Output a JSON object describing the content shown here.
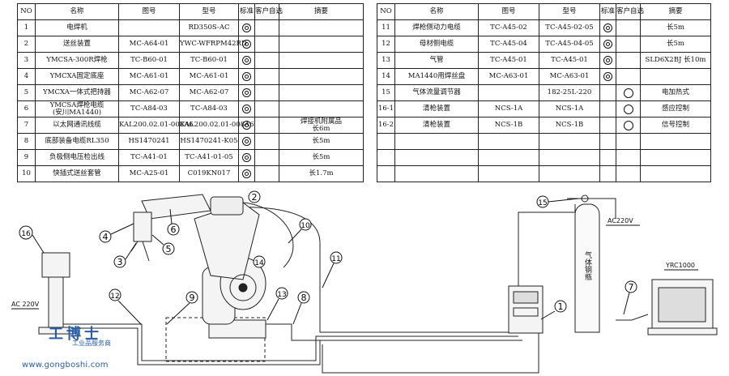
{
  "left_table": {
    "headers": [
      "NO",
      "名称",
      "图号",
      "型号",
      "标准",
      "客户自选",
      "摘要"
    ],
    "rows": [
      {
        "no": "1",
        "name": "电焊机",
        "drawing": "",
        "model": "RD350S-AC",
        "std": true,
        "opt": false,
        "note": ""
      },
      {
        "no": "2",
        "name": "送丝装置",
        "drawing": "MC-A64-01",
        "model": "YWC-WFRPM42RD",
        "std": true,
        "opt": false,
        "note": ""
      },
      {
        "no": "3",
        "name": "YMCSA-300R焊枪",
        "drawing": "TC-B60-01",
        "model": "TC-B60-01",
        "std": true,
        "opt": false,
        "note": ""
      },
      {
        "no": "4",
        "name": "YMCXA固定底座",
        "drawing": "MC-A61-01",
        "model": "MC-A61-01",
        "std": true,
        "opt": false,
        "note": ""
      },
      {
        "no": "5",
        "name": "YMCXA一体式把持器",
        "drawing": "MC-A62-07",
        "model": "MC-A62-07",
        "std": true,
        "opt": false,
        "note": ""
      },
      {
        "no": "6",
        "name": "YMCSA焊枪电缆\n(安川MA1440)",
        "drawing": "TC-A84-03",
        "model": "TC-A84-03",
        "std": true,
        "opt": false,
        "note": ""
      },
      {
        "no": "7",
        "name": "以太网通讯线缆",
        "drawing": "KAL200.02.01-008A6",
        "model": "KAL200.02.01-008A6",
        "std": true,
        "opt": false,
        "note": "焊接机附属品\n长6m"
      },
      {
        "no": "8",
        "name": "底部装备电缆RL350",
        "drawing": "HS1470241",
        "model": "HS1470241-K05",
        "std": true,
        "opt": false,
        "note": "长5m"
      },
      {
        "no": "9",
        "name": "负极侧电压检出线",
        "drawing": "TC-A41-01",
        "model": "TC-A41-01-05",
        "std": true,
        "opt": false,
        "note": "长5m"
      },
      {
        "no": "10",
        "name": "快插式送丝套管",
        "drawing": "MC-A25-01",
        "model": "C019KN017",
        "std": true,
        "opt": false,
        "note": "长1.7m"
      }
    ]
  },
  "right_table": {
    "headers": [
      "NO",
      "名称",
      "图号",
      "型号",
      "标准",
      "客户自选",
      "摘要"
    ],
    "rows": [
      {
        "no": "11",
        "name": "焊枪侧动力电缆",
        "drawing": "TC-A45-02",
        "model": "TC-A45-02-05",
        "std": true,
        "opt": false,
        "note": "长5m"
      },
      {
        "no": "12",
        "name": "母材侧电缆",
        "drawing": "TC-A45-04",
        "model": "TC-A45-04-05",
        "std": true,
        "opt": false,
        "note": "长5m"
      },
      {
        "no": "13",
        "name": "气管",
        "drawing": "TC-A45-01",
        "model": "TC-A45-01",
        "std": true,
        "opt": false,
        "note": "SLD6X2BJ 长10m"
      },
      {
        "no": "14",
        "name": "MA1440用焊丝盘",
        "drawing": "MC-A63-01",
        "model": "MC-A63-01",
        "std": true,
        "opt": false,
        "note": ""
      },
      {
        "no": "15",
        "name": "气体流量调节器",
        "drawing": "",
        "model": "182-25L-220",
        "std": false,
        "opt": true,
        "note": "电加热式"
      },
      {
        "no": "16-1",
        "name": "清枪装置",
        "drawing": "NCS-1A",
        "model": "NCS-1A",
        "std": false,
        "opt": true,
        "note": "感应控制"
      },
      {
        "no": "16-2",
        "name": "清枪装置",
        "drawing": "NCS-1B",
        "model": "NCS-1B",
        "std": false,
        "opt": true,
        "note": "信号控制"
      },
      {
        "no": "",
        "name": "",
        "drawing": "",
        "model": "",
        "std": false,
        "opt": false,
        "note": ""
      },
      {
        "no": "",
        "name": "",
        "drawing": "",
        "model": "",
        "std": false,
        "opt": false,
        "note": ""
      },
      {
        "no": "",
        "name": "",
        "drawing": "",
        "model": "",
        "std": false,
        "opt": false,
        "note": ""
      }
    ]
  },
  "diagram": {
    "callouts": [
      "1",
      "2",
      "3",
      "4",
      "5",
      "6",
      "7",
      "8",
      "9",
      "10",
      "11",
      "12",
      "13",
      "14",
      "15",
      "16"
    ],
    "labels": {
      "ac_left": "AC 220V",
      "ac_right": "AC220V",
      "gas_cylinder": "气体钢瓶",
      "controller": "YRC1000"
    }
  },
  "watermark": {
    "brand": "工博士",
    "tagline": "工业品服务商",
    "url": "www.gongboshi.com"
  }
}
